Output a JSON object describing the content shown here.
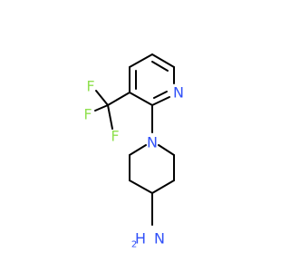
{
  "molecule": {
    "atom_labels": {
      "pyridine_n": "N",
      "piperidine_n": "N",
      "fluorine_1": "F",
      "fluorine_2": "F",
      "fluorine_3": "F",
      "amine_n": "N",
      "amine_h": "H",
      "amine_h_count": "2"
    },
    "colors": {
      "nitrogen": "#3050F8",
      "fluorine": "#90E050",
      "bond": "#000000",
      "background": "#ffffff"
    }
  }
}
